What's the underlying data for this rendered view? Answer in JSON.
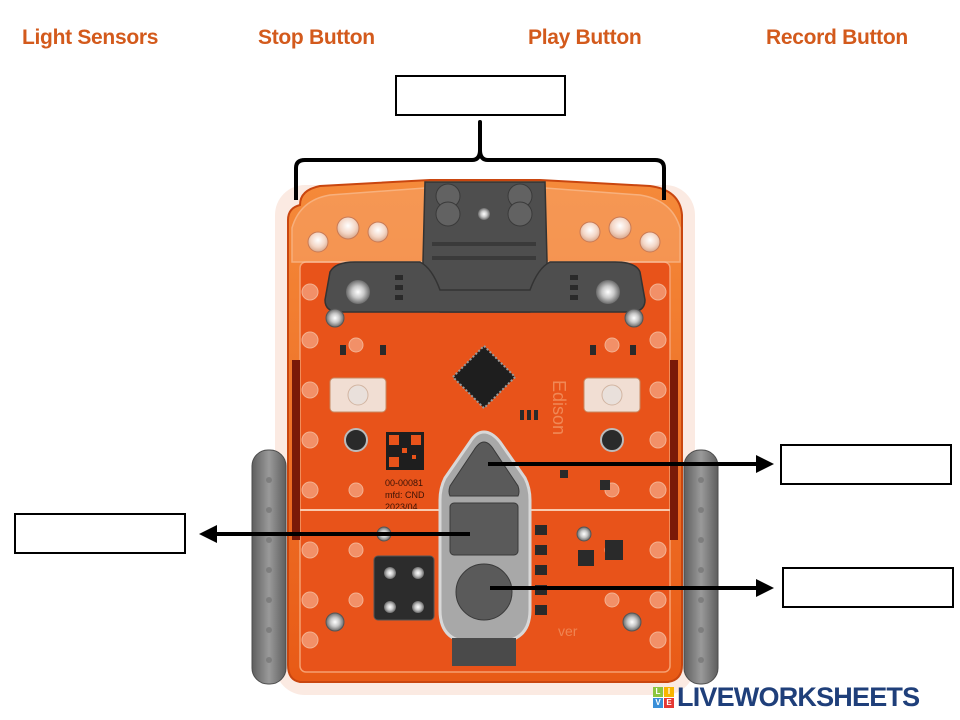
{
  "worksheet": {
    "word_bank": [
      {
        "label": "Light Sensors"
      },
      {
        "label": "Stop Button"
      },
      {
        "label": "Play Button"
      },
      {
        "label": "Record Button"
      }
    ],
    "label_color": "#d35a1c",
    "answer_boxes": [
      {
        "id": "top",
        "value": "",
        "placeholder": ""
      },
      {
        "id": "right-upper",
        "value": "",
        "placeholder": ""
      },
      {
        "id": "left-middle",
        "value": "",
        "placeholder": ""
      },
      {
        "id": "right-lower",
        "value": "",
        "placeholder": ""
      }
    ]
  },
  "robot": {
    "name": "Edison robot",
    "board_marking": "Edison",
    "qr_text_lines": [
      "00-00081",
      "mfd: CND",
      "2023/04"
    ],
    "version_marking": "ver",
    "body_color": "#f26a1b",
    "board_color": "#e8531a",
    "wheel_color": "#7a7a7a",
    "button_color": "#5a5a5a"
  },
  "branding": {
    "logo_tiles": [
      {
        "letter": "L",
        "color": "#8cc63f"
      },
      {
        "letter": "I",
        "color": "#f7b500"
      },
      {
        "letter": "V",
        "color": "#3a8fd8"
      },
      {
        "letter": "E",
        "color": "#e53935"
      }
    ],
    "logo_text": "LIVEWORKSHEETS",
    "logo_color": "#1f3f7a"
  }
}
